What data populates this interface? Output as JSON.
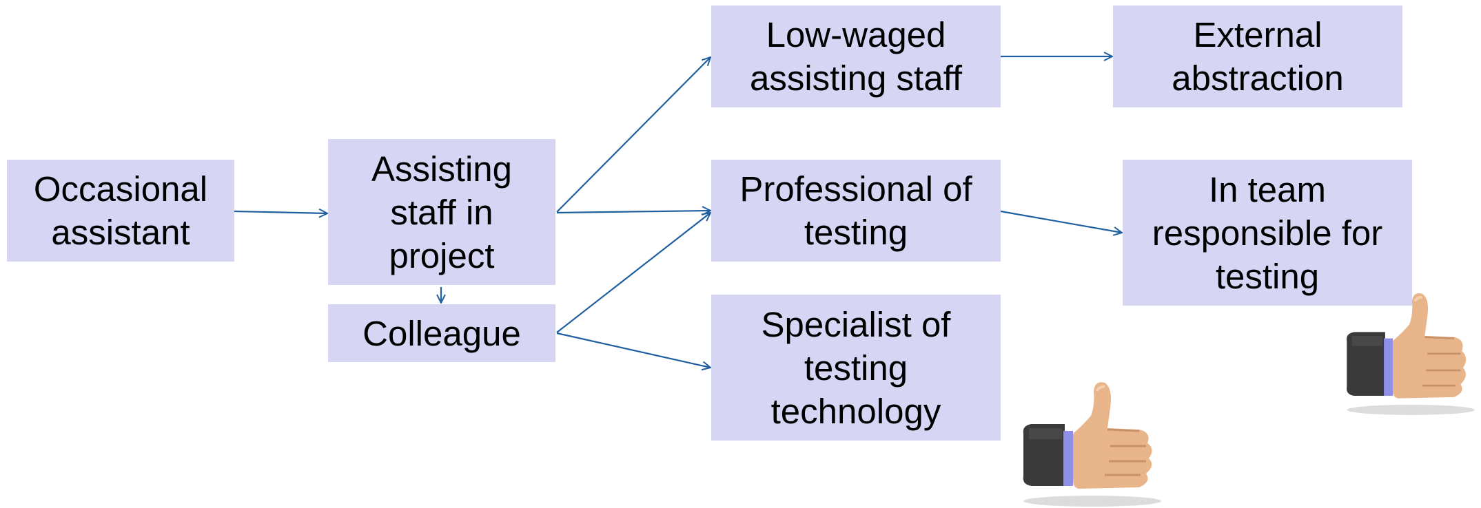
{
  "colors": {
    "box_fill": "#d6d6f4",
    "arrow": "#1f5fa0",
    "text": "#000000"
  },
  "nodes": {
    "occasional_assistant": [
      "Occasional",
      "assistant"
    ],
    "assisting_staff": [
      "Assisting",
      "staff in",
      "project"
    ],
    "colleague": [
      "Colleague"
    ],
    "low_waged": [
      "Low-waged",
      "assisting staff"
    ],
    "professional": [
      "Professional of",
      "testing"
    ],
    "specialist": [
      "Specialist of",
      "testing",
      "technology"
    ],
    "external": [
      "External",
      "abstraction"
    ],
    "in_team": [
      "In team",
      "responsible for",
      "testing"
    ]
  },
  "edges": [
    {
      "from": "occasional_assistant",
      "to": "assisting_staff"
    },
    {
      "from": "assisting_staff",
      "to": "colleague"
    },
    {
      "from": "assisting_staff",
      "to": "low_waged"
    },
    {
      "from": "assisting_staff",
      "to": "professional"
    },
    {
      "from": "colleague",
      "to": "professional"
    },
    {
      "from": "colleague",
      "to": "specialist"
    },
    {
      "from": "low_waged",
      "to": "external"
    },
    {
      "from": "professional",
      "to": "in_team"
    }
  ],
  "decorations": [
    {
      "name": "thumbs-up-icon",
      "near": "specialist"
    },
    {
      "name": "thumbs-up-icon",
      "near": "in_team"
    }
  ]
}
